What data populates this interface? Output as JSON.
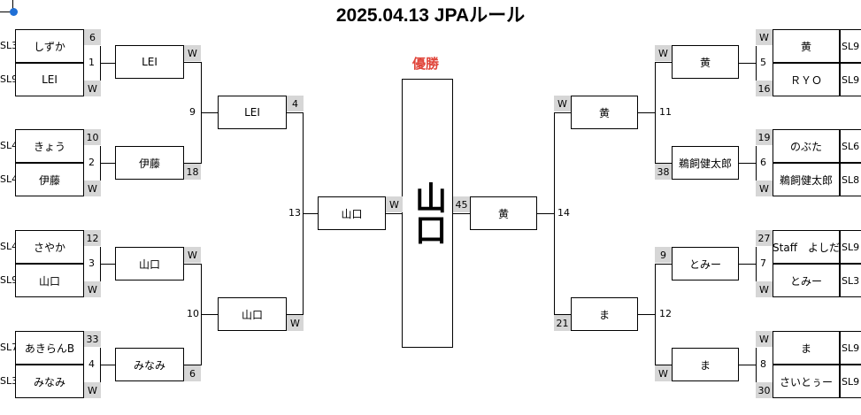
{
  "title": "2025.04.13 JPAルール",
  "champion_label": "優勝",
  "champion": "山口",
  "final": {
    "left": {
      "name": "山口",
      "score": "W"
    },
    "right": {
      "name": "黄",
      "score": "45"
    },
    "left_num": "13",
    "right_num": "14"
  },
  "left": {
    "r1": [
      {
        "num": "1",
        "top": {
          "sl": "SL3",
          "name": "しずか",
          "score": "6"
        },
        "bottom": {
          "sl": "SL9",
          "name": "LEI",
          "score": "W"
        }
      },
      {
        "num": "2",
        "top": {
          "sl": "SL4",
          "name": "きょう",
          "score": "10"
        },
        "bottom": {
          "sl": "SL4",
          "name": "伊藤",
          "score": "W"
        }
      },
      {
        "num": "3",
        "top": {
          "sl": "SL4",
          "name": "さやか",
          "score": "12"
        },
        "bottom": {
          "sl": "SL9",
          "name": "山口",
          "score": "W"
        }
      },
      {
        "num": "4",
        "top": {
          "sl": "SL7",
          "name": "あきらんB",
          "score": "33"
        },
        "bottom": {
          "sl": "SL3",
          "name": "みなみ",
          "score": "W"
        }
      }
    ],
    "r2": [
      {
        "num": "9",
        "top": {
          "name": "LEI",
          "score": "W"
        },
        "bottom": {
          "name": "伊藤",
          "score": "18"
        }
      },
      {
        "num": "10",
        "top": {
          "name": "山口",
          "score": "W"
        },
        "bottom": {
          "name": "みなみ",
          "score": "6"
        }
      }
    ],
    "r3": {
      "top": {
        "name": "LEI",
        "score": "4"
      },
      "bottom": {
        "name": "山口",
        "score": "W"
      }
    }
  },
  "right": {
    "r1": [
      {
        "num": "5",
        "top": {
          "sl": "SL9",
          "name": "黄",
          "score": "W"
        },
        "bottom": {
          "sl": "SL9",
          "name": "ＲＹＯ",
          "score": "16"
        }
      },
      {
        "num": "6",
        "top": {
          "sl": "SL6",
          "name": "のぶた",
          "score": "19"
        },
        "bottom": {
          "sl": "SL8",
          "name": "鵜飼健太郎",
          "score": "W"
        }
      },
      {
        "num": "7",
        "top": {
          "sl": "SL9",
          "name": "Staff　よしだ",
          "score": "27"
        },
        "bottom": {
          "sl": "SL3",
          "name": "とみー",
          "score": "W"
        }
      },
      {
        "num": "8",
        "top": {
          "sl": "SL9",
          "name": "ま",
          "score": "W"
        },
        "bottom": {
          "sl": "SL9",
          "name": "さいとぅー",
          "score": "30"
        }
      }
    ],
    "r2": [
      {
        "num": "11",
        "top": {
          "name": "黄",
          "score": "W"
        },
        "bottom": {
          "name": "鵜飼健太郎",
          "score": "38"
        }
      },
      {
        "num": "12",
        "top": {
          "name": "とみー",
          "score": "9"
        },
        "bottom": {
          "name": "ま",
          "score": "W"
        }
      }
    ],
    "r3": {
      "top": {
        "name": "黄",
        "score": "W"
      },
      "bottom": {
        "name": "ま",
        "score": "21"
      }
    }
  },
  "colors": {
    "accent": "#1f6fd6",
    "champion_label": "#e0453a",
    "score_bg": "#d6d6d6"
  }
}
